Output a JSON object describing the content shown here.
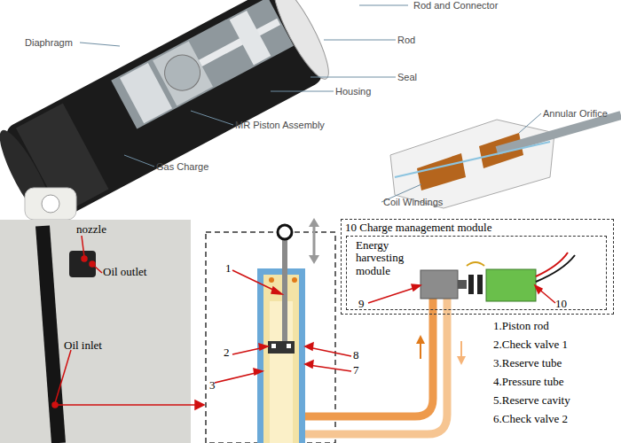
{
  "diagram": {
    "nodes": [
      {
        "text": [
          "10 Charge management module"
        ]
      },
      {
        "text": [
          "Energy harvesting module"
        ],
        "in": 0
      }
    ],
    "labels": [
      "Rod and Connector",
      "Rod",
      "Diaphragm",
      "Seal",
      "Housing",
      "MR Piston Assembly",
      "Gas Charge",
      "Annular Orifice",
      "Coil Windings",
      "nozzle",
      "Oil outlet",
      "Oil inlet",
      "1",
      "2",
      "3",
      "8",
      "7",
      "9",
      "10",
      "1.Piston rod",
      "2.Check valve 1",
      "3.Reserve tube",
      "4.Pressure tube",
      "5.Reserve cavity",
      "6.Check valve 2"
    ]
  }
}
